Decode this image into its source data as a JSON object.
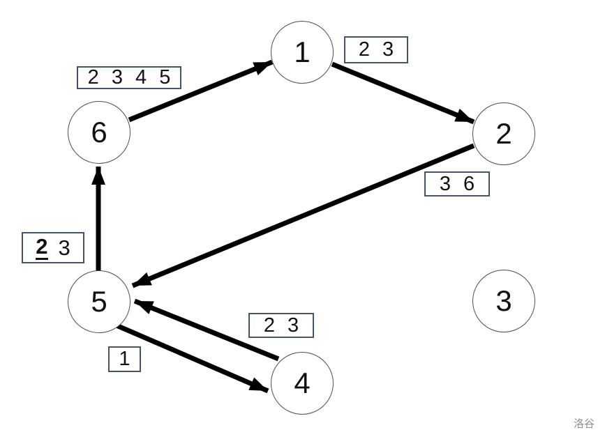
{
  "diagram": {
    "type": "directed-graph",
    "nodes": [
      {
        "id": "1",
        "label": "1"
      },
      {
        "id": "2",
        "label": "2"
      },
      {
        "id": "3",
        "label": "3"
      },
      {
        "id": "4",
        "label": "4"
      },
      {
        "id": "5",
        "label": "5"
      },
      {
        "id": "6",
        "label": "6"
      }
    ],
    "edges": [
      {
        "from": "6",
        "to": "1",
        "label": "2 3 4 5"
      },
      {
        "from": "1",
        "to": "2",
        "label": "2 3"
      },
      {
        "from": "2",
        "to": "5",
        "label": "3 6"
      },
      {
        "from": "5",
        "to": "6",
        "label": "2 3",
        "label_parts": [
          {
            "text": "2",
            "emphasized": true
          },
          {
            "text": "3",
            "emphasized": false
          }
        ]
      },
      {
        "from": "4",
        "to": "5",
        "label": "2 3"
      },
      {
        "from": "5",
        "to": "4",
        "label": "1"
      }
    ],
    "watermark": "洛谷",
    "colors": {
      "background": "#ffffff",
      "arrow": "#000000",
      "node_border": "#4d4d4d",
      "label_box_border": "#44546a",
      "watermark_text": "#8f8f8f"
    }
  }
}
